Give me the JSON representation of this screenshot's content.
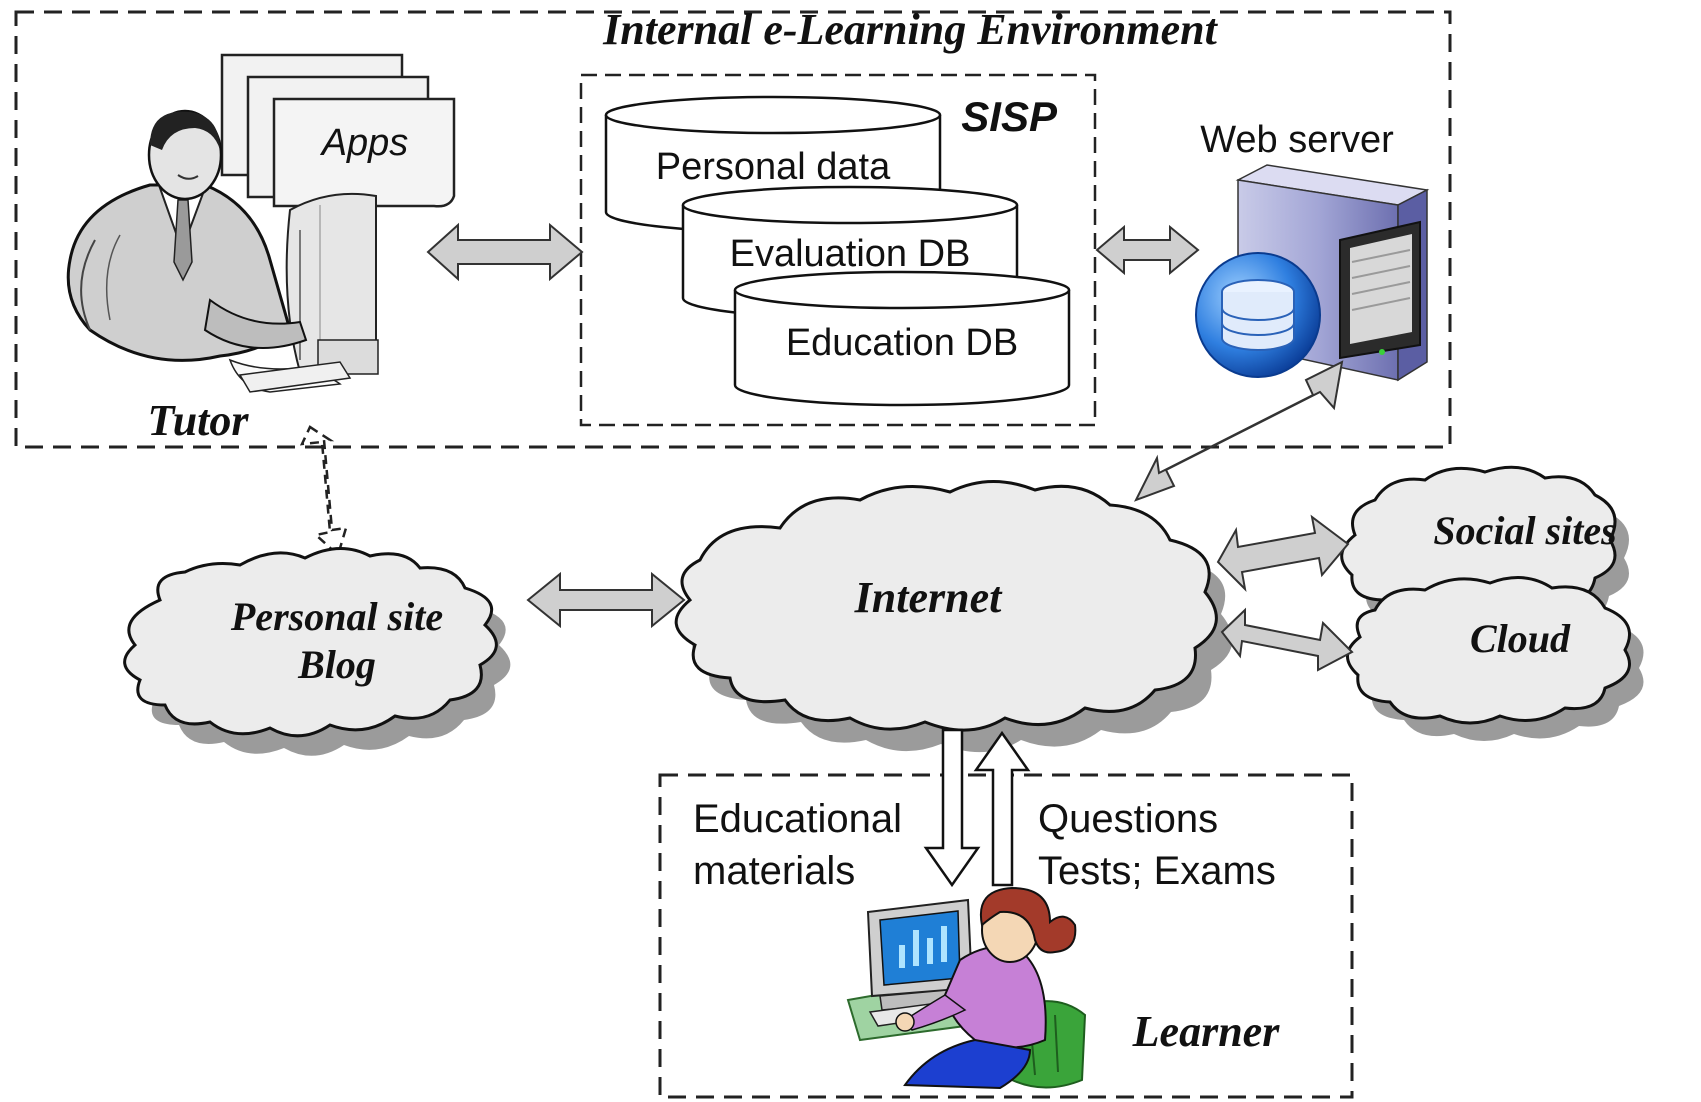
{
  "diagram": {
    "environment_title": "Internal e-Learning Environment",
    "apps_label": "Apps",
    "tutor_label": "Tutor",
    "sisp_label": "SISP",
    "databases": [
      "Personal data",
      "Evaluation DB",
      "Education DB"
    ],
    "web_server_label": "Web server",
    "personal_site_label": [
      "Personal site",
      "Blog"
    ],
    "internet_label": "Internet",
    "social_label": "Social sites",
    "cloud_label": "Cloud",
    "down_flow_label": [
      "Educational",
      "materials"
    ],
    "up_flow_label": [
      "Questions",
      "Tests; Exams"
    ],
    "learner_label": "Learner"
  }
}
